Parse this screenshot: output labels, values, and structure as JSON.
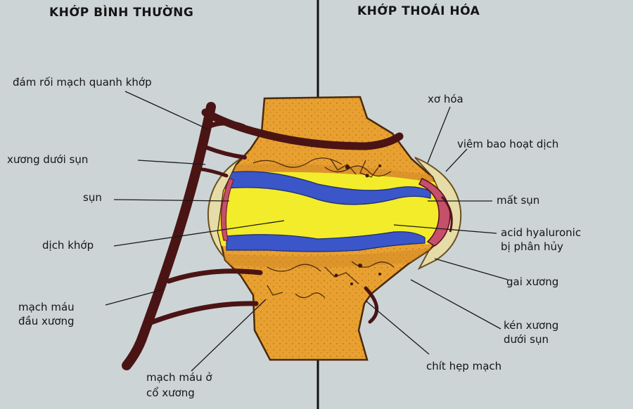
{
  "titles": {
    "normal": "KHỚP BÌNH THƯỜNG",
    "degenerative": "KHỚP THOÁI HÓA"
  },
  "labels_left": {
    "plexus": "đám rối mạch quanh khớp",
    "subchondral": "xương dưới sụn",
    "cartilage": "sụn",
    "fluid": "dịch khớp",
    "epiphysis_vessel_1": "mạch máu",
    "epiphysis_vessel_2": "đầu xương",
    "neck_vessel_1": "mạch máu ở",
    "neck_vessel_2": "cổ xương"
  },
  "labels_right": {
    "fibrosis": "xơ hóa",
    "synovitis": "viêm bao hoạt dịch",
    "cartilage_loss": "mất sụn",
    "ha_1": "acid hyaluronic",
    "ha_2": "bị phân hủy",
    "spur": "gai xương",
    "cyst_1": "kén xương",
    "cyst_2": "dưới sụn",
    "narrowing": "chít hẹp mạch"
  },
  "colors": {
    "background": "#ccd4d6",
    "bone": "#e8a030",
    "cartilage": "#3a56c8",
    "fluid": "#f2ec2a",
    "vessel": "#4a1414",
    "synovium": "#c4506a",
    "capsule_fill": "#e6dca8"
  }
}
